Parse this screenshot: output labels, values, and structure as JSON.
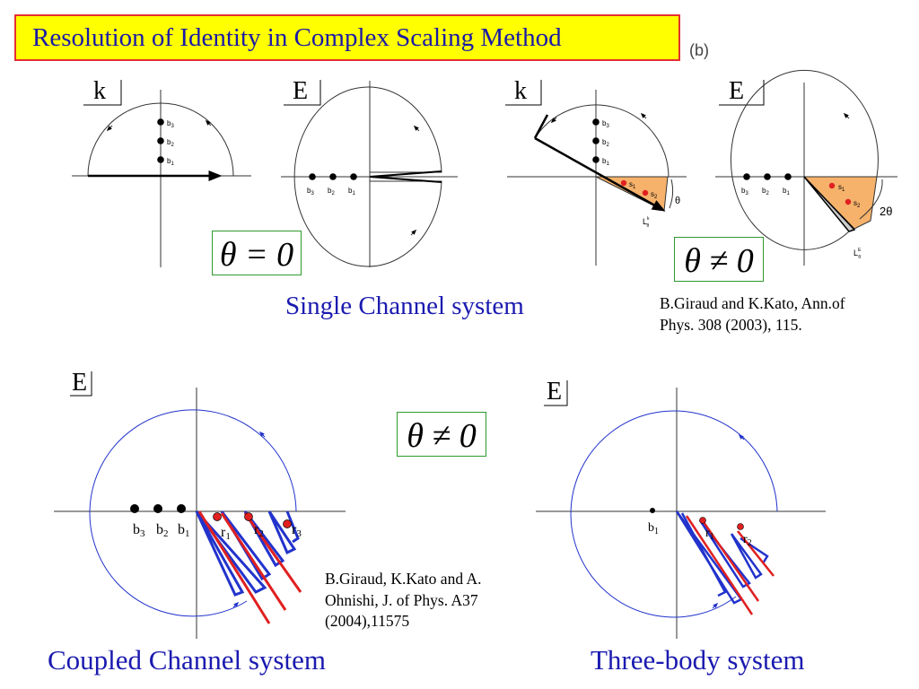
{
  "title": "Resolution of Identity in Complex Scaling Method",
  "panel_tag": "(b)",
  "top_labels": {
    "k1": "k",
    "e1": "E",
    "k2": "k",
    "e2": "E"
  },
  "bottom_labels": {
    "e_left": "E",
    "e_right": "E"
  },
  "theta_eq": "θ = 0",
  "theta_neq_top": "θ ≠ 0",
  "theta_neq_mid": "θ ≠ 0",
  "single_channel": "Single Channel system",
  "coupled_channel": "Coupled Channel system",
  "three_body": "Three-body system",
  "ref_top": [
    "B.Giraud and K.Kato, Ann.of",
    "Phys. 308 (2003), 115."
  ],
  "ref_bottom": [
    "B.Giraud, K.Kato and A.",
    "Ohnishi, J. of Phys. A37",
    "(2004),11575"
  ],
  "small_labels": {
    "b1": "b",
    "b2": "b",
    "b3": "b",
    "s1": "s",
    "s2": "s",
    "sub1": "1",
    "sub2": "2",
    "sub3": "3",
    "theta": "θ",
    "two_theta": "2θ",
    "L": "L",
    "L_sup_k": "k",
    "L_sup_E": "E",
    "L_sub": "θ",
    "r": "r"
  },
  "colors": {
    "title_bg": "#ffff00",
    "title_border": "#e53030",
    "title_text": "#1a1aa8",
    "caption": "#1a1ab0",
    "theta_border": "#2e9a2e",
    "contour_blue": "#2233cc",
    "resonance_red": "#e02020",
    "wedge_fill": "#f6b26b"
  }
}
